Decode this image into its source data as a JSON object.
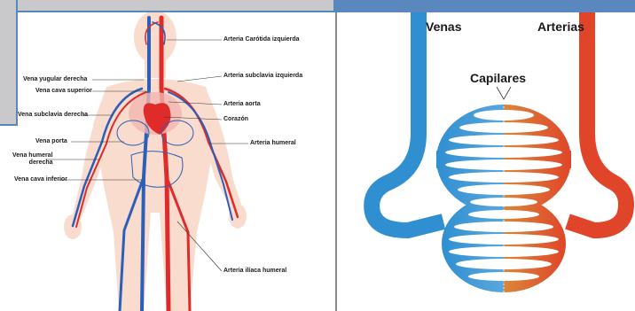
{
  "left_diagram": {
    "labels_right": [
      "Arteria Carótida izquierda",
      "Arteria subclavia izquierda",
      "Arteria aorta",
      "Corazón",
      "Arteria humeral",
      "Arteria ilíaca humeral"
    ],
    "labels_left": [
      "Vena yugular derecha",
      "Vena cava superior",
      "Vena subclavia derecha",
      "Vena porta",
      "Vena humeral\nderecha",
      "Vena cava inferior"
    ]
  },
  "right_diagram": {
    "veins_label": "Venas",
    "arteries_label": "Arterias",
    "capillaries_label": "Capilares"
  },
  "colors": {
    "vein_blue": "#2f8fd0",
    "artery_red": "#e0452a",
    "capillary_orange": "#d9873a",
    "skin": "#f8d9c8",
    "header_blue": "#5a87bd",
    "overlay_gray": "#c9c9cb"
  }
}
